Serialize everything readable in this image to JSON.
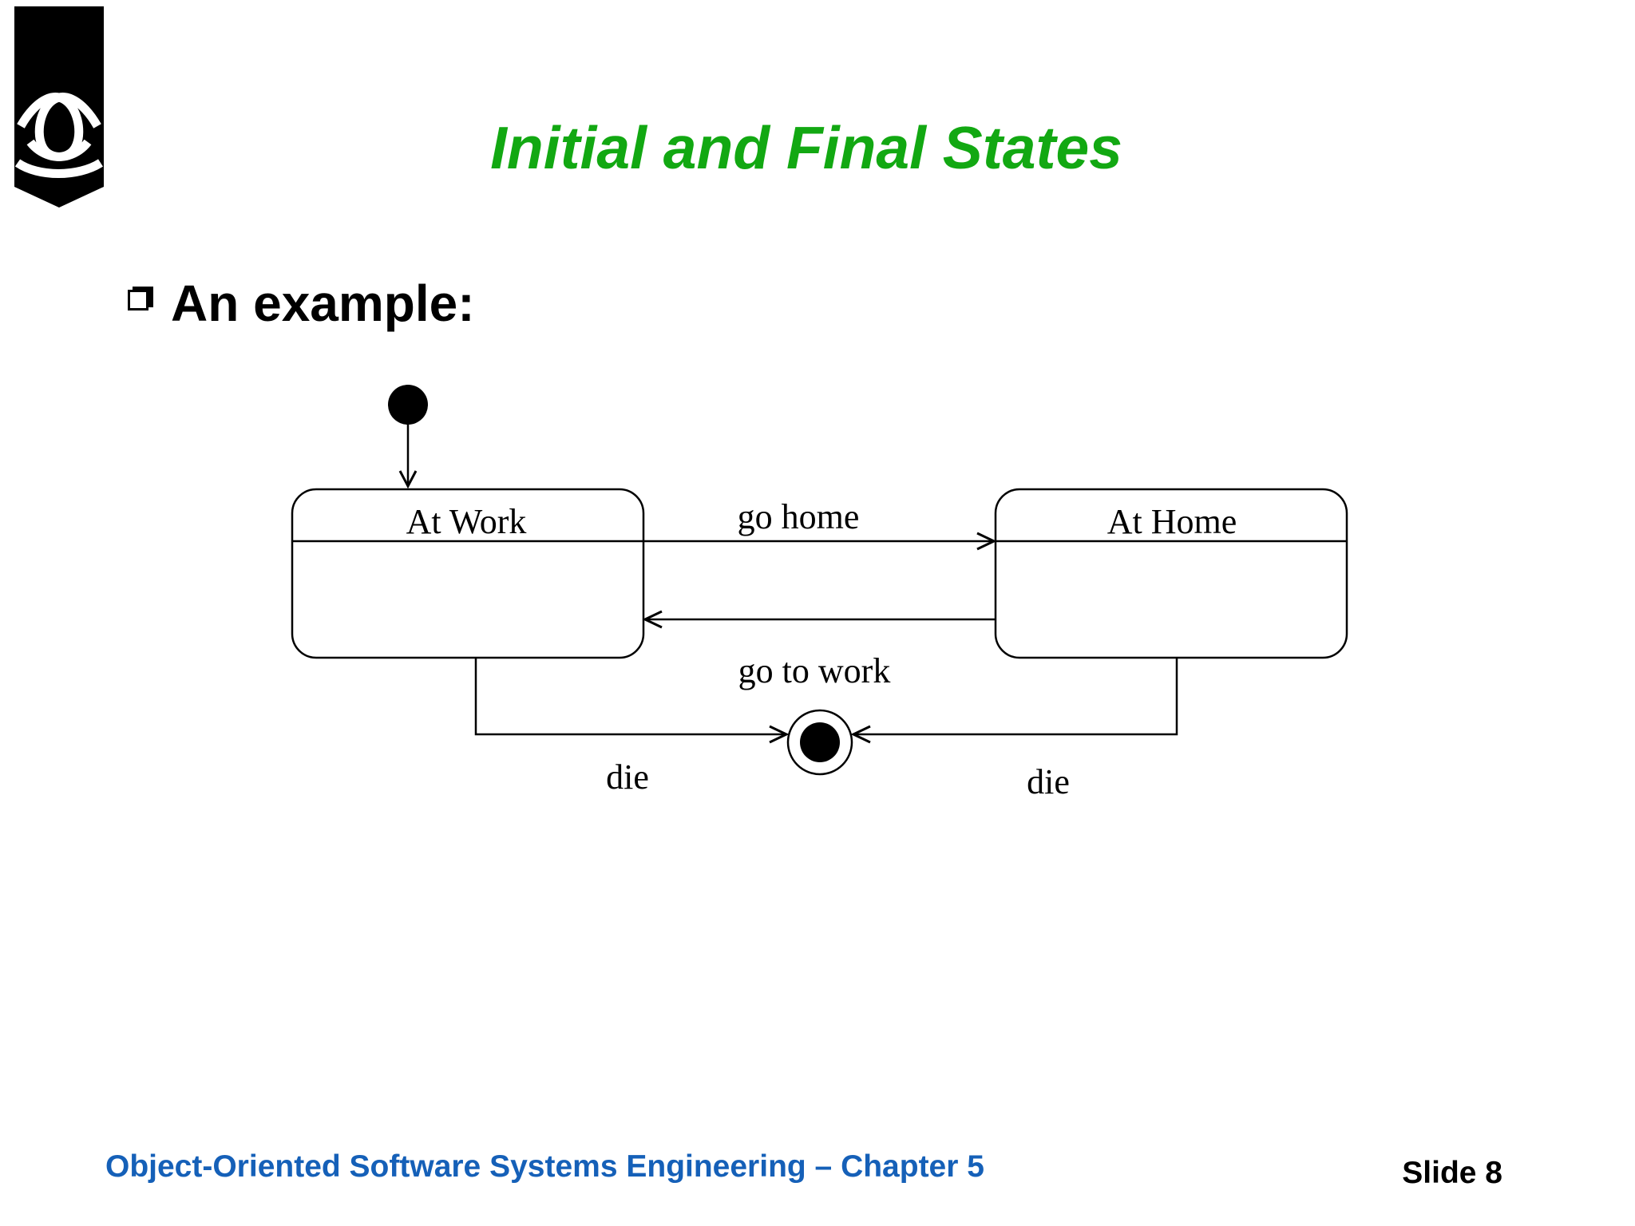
{
  "slide": {
    "title": "Initial and Final States",
    "bullet": "An example:",
    "footer_text": "Object-Oriented Software Systems Engineering – Chapter 5",
    "slide_label": "Slide 8"
  },
  "colors": {
    "title": "#12a812",
    "footer": "#1560b8",
    "text": "#000000"
  },
  "diagram": {
    "states": [
      {
        "name": "At Work"
      },
      {
        "name": "At Home"
      }
    ],
    "transitions": {
      "go_home": "go home",
      "go_to_work": "go to work",
      "die_from_work": "die",
      "die_from_home": "die"
    }
  },
  "icons": {
    "logo": "university-crest-icon",
    "bullet": "checkbox-bullet-icon",
    "initial": "initial-state-icon",
    "final": "final-state-icon"
  }
}
